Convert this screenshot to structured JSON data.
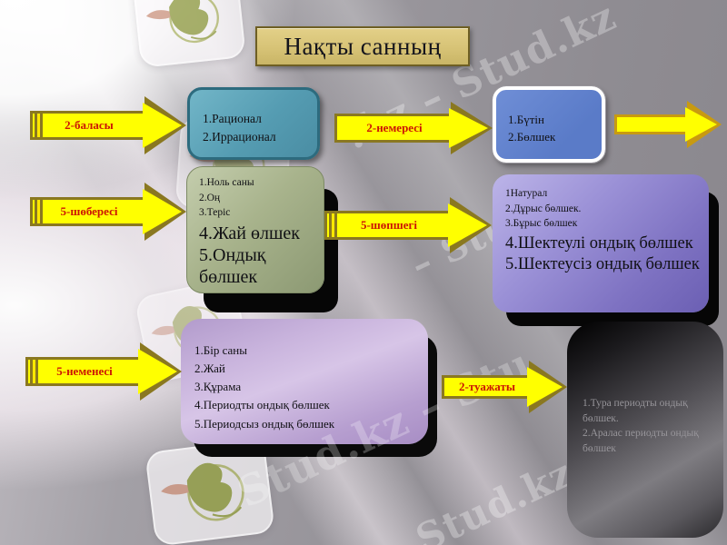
{
  "title": "Нақты санның",
  "arrows": {
    "balasy": {
      "label": "2-баласы"
    },
    "nemeresi": {
      "label": "2-немересі"
    },
    "plain": {
      "label": ""
    },
    "shoberesi": {
      "label": "5-шөбересі"
    },
    "shopshegi": {
      "label": "5-шөпшегі"
    },
    "nemenesi": {
      "label": "5-неменесі"
    },
    "tuazhaty": {
      "label": "2-туажаты"
    }
  },
  "boxes": {
    "rational": {
      "lines": [
        "1.Рационал",
        "2.Иррационал"
      ]
    },
    "butin": {
      "lines": [
        "1.Бүтін",
        "2.Бөлшек"
      ]
    },
    "nol": {
      "small": [
        "1.Ноль саны",
        "2.Оң",
        "3.Теріс"
      ],
      "large": [
        "4.Жай  өлшек",
        "5.Ондық бөлшек"
      ]
    },
    "natural": {
      "small": [
        "1Натурал",
        "2.Дұрыс бөлшек.",
        "3.Бұрыс бөлшек"
      ],
      "large": [
        "4.Шектеулі ондық бөлшек",
        "5.Шектеусіз ондық бөлшек"
      ]
    },
    "bir": {
      "lines": [
        "1.Бір саны",
        "2.Жай",
        "3.Құрама",
        "4.Периодты ондық бөлшек",
        "5.Периодсыз ондық бөлшек"
      ]
    },
    "tura": {
      "lines": [
        "1.Тура периодты ондық бөлшек.",
        "2.Аралас периодты ондық бөлшек"
      ]
    }
  },
  "watermarks": {
    "w1": ".kz – Stud.kz",
    "w2": "– Stud.kz",
    "w3": "Stud.kz – Stu",
    "w4": "Stud.kz"
  },
  "colors": {
    "arrow_fill": "#ffff00",
    "arrow_border": "#8a7820",
    "label_red": "#cc1504",
    "title_bg": "#d7c376",
    "teal_box": "#559cb2",
    "blue_box": "#5a7bc8",
    "green_box": "#a8b38c",
    "purple_box": "#8479c8",
    "lavender_box": "#c9b4dd",
    "dark_box": "#4e4c51"
  }
}
